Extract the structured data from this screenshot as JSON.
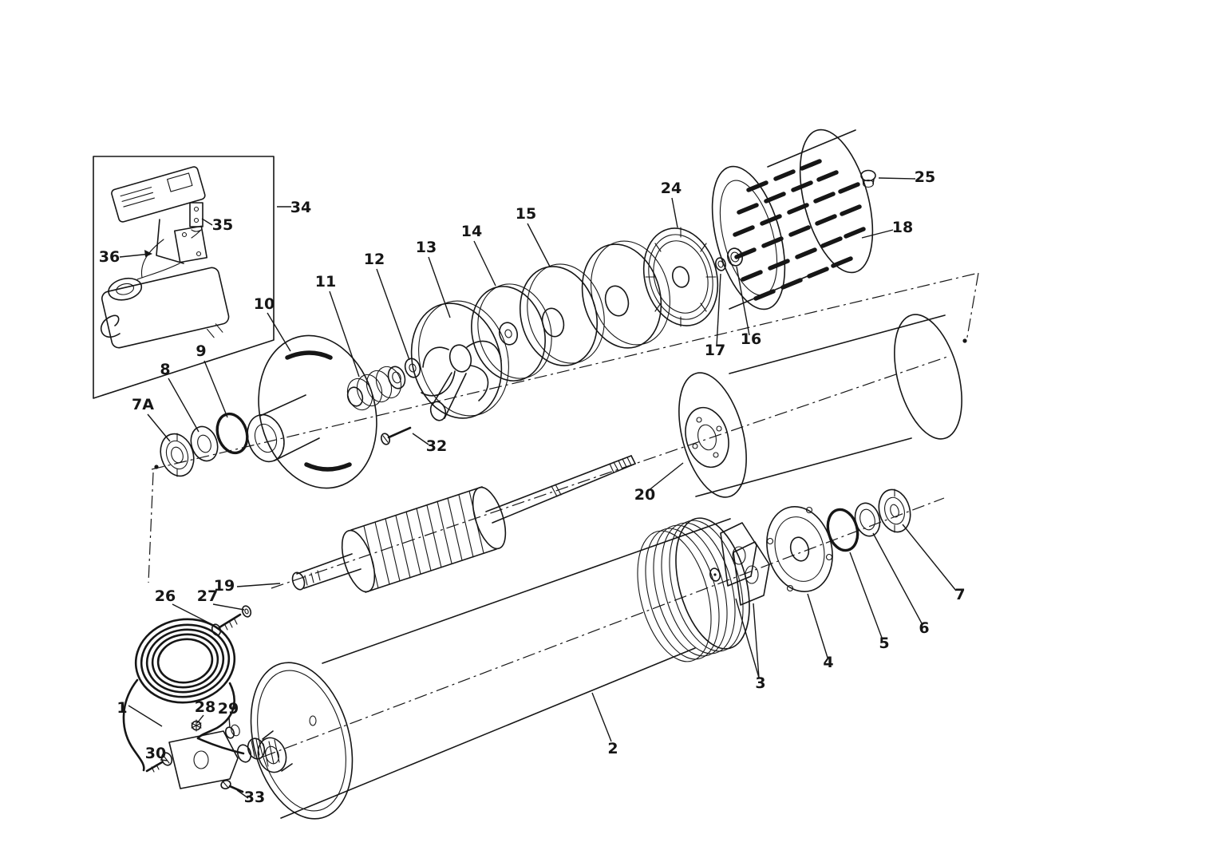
{
  "colors": {
    "ink": "#161616",
    "background": "#ffffff"
  },
  "callouts": {
    "c1": {
      "label": "1"
    },
    "c2": {
      "label": "2"
    },
    "c3": {
      "label": "3"
    },
    "c4": {
      "label": "4"
    },
    "c5": {
      "label": "5"
    },
    "c6": {
      "label": "6"
    },
    "c7": {
      "label": "7"
    },
    "c7A": {
      "label": "7A"
    },
    "c8": {
      "label": "8"
    },
    "c9": {
      "label": "9"
    },
    "c10": {
      "label": "10"
    },
    "c11": {
      "label": "11"
    },
    "c12": {
      "label": "12"
    },
    "c13": {
      "label": "13"
    },
    "c14": {
      "label": "14"
    },
    "c15": {
      "label": "15"
    },
    "c16": {
      "label": "16"
    },
    "c17": {
      "label": "17"
    },
    "c18": {
      "label": "18"
    },
    "c19": {
      "label": "19"
    },
    "c20": {
      "label": "20"
    },
    "c24": {
      "label": "24"
    },
    "c25": {
      "label": "25"
    },
    "c26": {
      "label": "26"
    },
    "c27": {
      "label": "27"
    },
    "c28": {
      "label": "28"
    },
    "c29": {
      "label": "29"
    },
    "c30": {
      "label": "30"
    },
    "c32": {
      "label": "32"
    },
    "c33": {
      "label": "33"
    },
    "c34": {
      "label": "34"
    },
    "c35": {
      "label": "35"
    },
    "c36": {
      "label": "36"
    }
  }
}
